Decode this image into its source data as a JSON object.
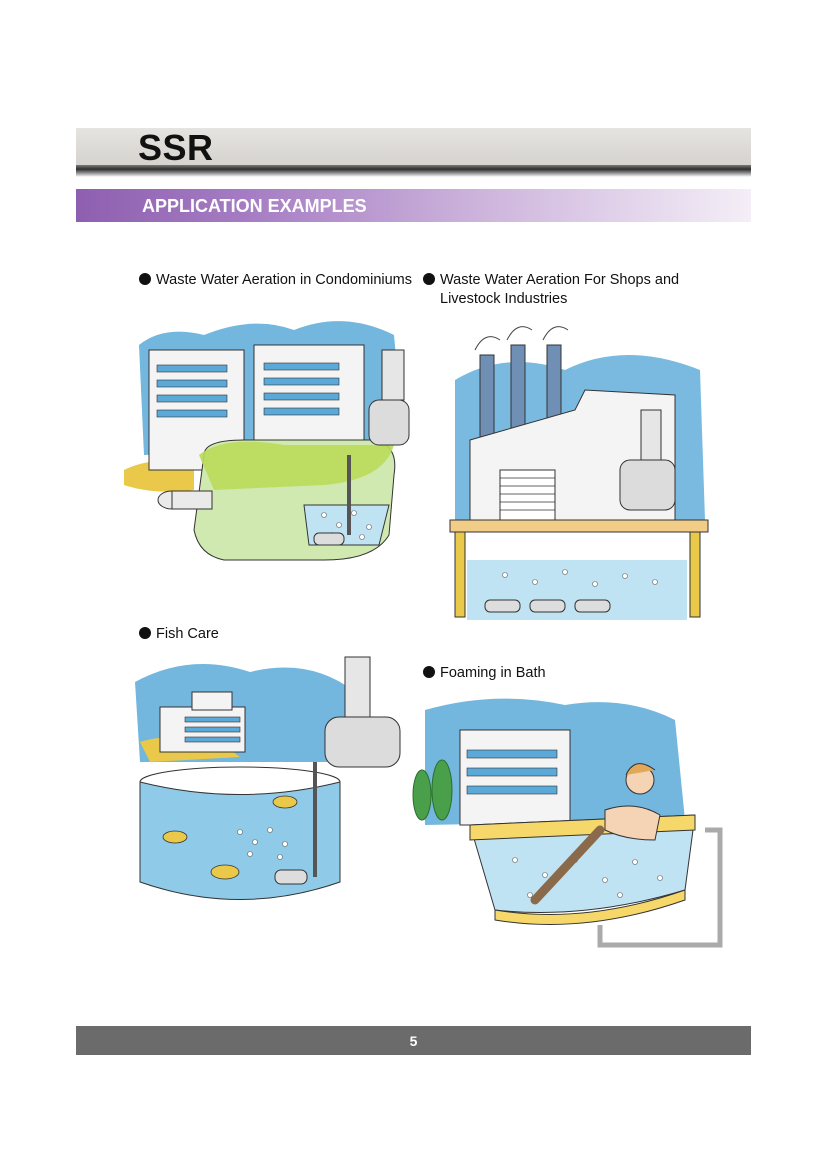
{
  "header": {
    "brand": "SSR"
  },
  "section": {
    "title": "APPLICATION EXAMPLES"
  },
  "examples": [
    {
      "caption_line1": "Waste Water Aeration in Condominiums",
      "caption_line2": ""
    },
    {
      "caption_line1": "Waste Water Aeration For Shops and",
      "caption_line2": "Livestock Industries"
    },
    {
      "caption_line1": "Fish Care",
      "caption_line2": ""
    },
    {
      "caption_line1": "Foaming in Bath",
      "caption_line2": ""
    }
  ],
  "footer": {
    "page_number": "5"
  },
  "colors": {
    "section_bar": "#8e5fb0",
    "footer_bar": "#6b6b6b",
    "sky": "#5aa9d8",
    "water": "#bfe3f3",
    "tank_green": "#b9dc5a"
  }
}
